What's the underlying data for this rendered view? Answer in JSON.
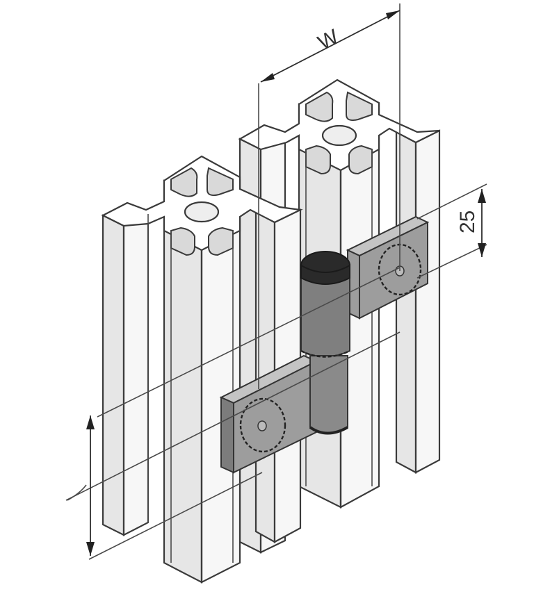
{
  "figure": {
    "subject": "Hinge mounted on aluminum T-slot extrusion profiles (isometric technical drawing)",
    "colors": {
      "background": "#ffffff",
      "profile_light": "#f7f7f7",
      "profile_shade": "#e6e6e6",
      "outline": "#3a3a3a",
      "hinge_leaf": "#9d9d9d",
      "hinge_knuckle": "#7f7f7f",
      "hinge_cap": "#2a2a2a"
    }
  },
  "dimensions": {
    "width": {
      "label": "W"
    },
    "leaf_height": {
      "label": "25"
    },
    "offset": {
      "label": ""
    }
  },
  "components": {
    "left_profile": "extrusion-profile-left",
    "right_profile": "extrusion-profile-right",
    "hinge": {
      "upper_leaf": "hinge-leaf-upper",
      "lower_leaf": "hinge-leaf-lower",
      "knuckle": "hinge-knuckle",
      "cap": "hinge-cap",
      "mounting_holes": 2
    }
  }
}
